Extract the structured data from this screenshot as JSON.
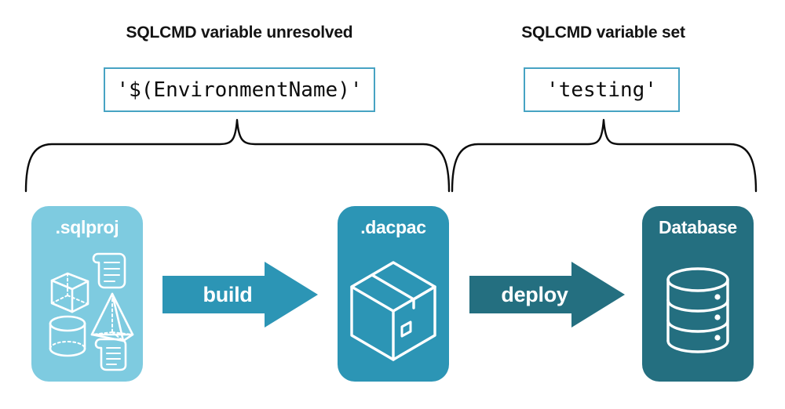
{
  "headings": {
    "unresolved": "SQLCMD variable unresolved",
    "set": "SQLCMD variable set"
  },
  "code_boxes": {
    "unresolved_value": "'$(EnvironmentName)'",
    "set_value": "'testing'"
  },
  "cards": [
    {
      "id": "sqlproj",
      "title": ".sqlproj",
      "color": "#7ecbe0",
      "art": "project-shapes-icon"
    },
    {
      "id": "dacpac",
      "title": ".dacpac",
      "color": "#2c95b5",
      "art": "package-box-icon"
    },
    {
      "id": "database",
      "title": "Database",
      "color": "#246f80",
      "art": "database-cylinder-icon"
    }
  ],
  "arrows": [
    {
      "id": "build",
      "label": "build",
      "color": "#2c95b5"
    },
    {
      "id": "deploy",
      "label": "deploy",
      "color": "#246f80"
    }
  ],
  "braces": [
    {
      "id": "build-brace",
      "spans": "sqlproj-to-dacpac"
    },
    {
      "id": "deploy-brace",
      "spans": "dacpac-to-database"
    }
  ],
  "colors": {
    "light_teal": "#7ecbe0",
    "mid_teal": "#2c95b5",
    "dark_teal": "#246f80",
    "border_teal": "#47a3c3",
    "text_black": "#131313",
    "white": "#ffffff"
  }
}
